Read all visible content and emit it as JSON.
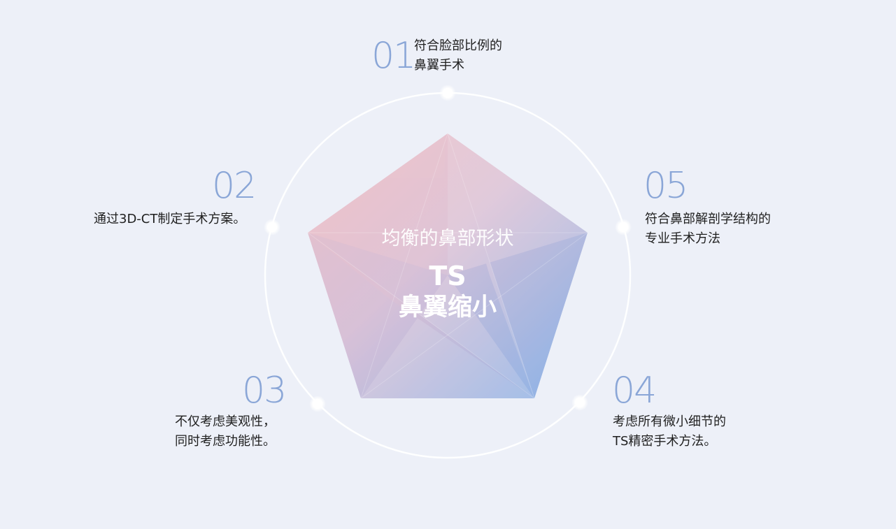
{
  "center": {
    "subtitle": "均衡的鼻部形状",
    "ts": "TS",
    "title": "鼻翼缩小"
  },
  "nodes": [
    {
      "number": "01",
      "line1": "符合脸部比例的",
      "line2": "鼻翼手术"
    },
    {
      "number": "02",
      "line1": "通过3D-CT制定手术方案。",
      "line2": ""
    },
    {
      "number": "03",
      "line1": "不仅考虑美观性，",
      "line2": "同时考虑功能性。"
    },
    {
      "number": "04",
      "line1": "考虑所有微小细节的",
      "line2": "TS精密手术方法。"
    },
    {
      "number": "05",
      "line1": "符合鼻部解剖学结构的",
      "line2": "专业手术方法"
    }
  ],
  "colors": {
    "background": "#edf0f8",
    "accent_number": "#8aa6d7",
    "gradient_top_left": "#eab8bf",
    "gradient_bottom_right": "#79a7e2",
    "circle": "#ffffff"
  }
}
